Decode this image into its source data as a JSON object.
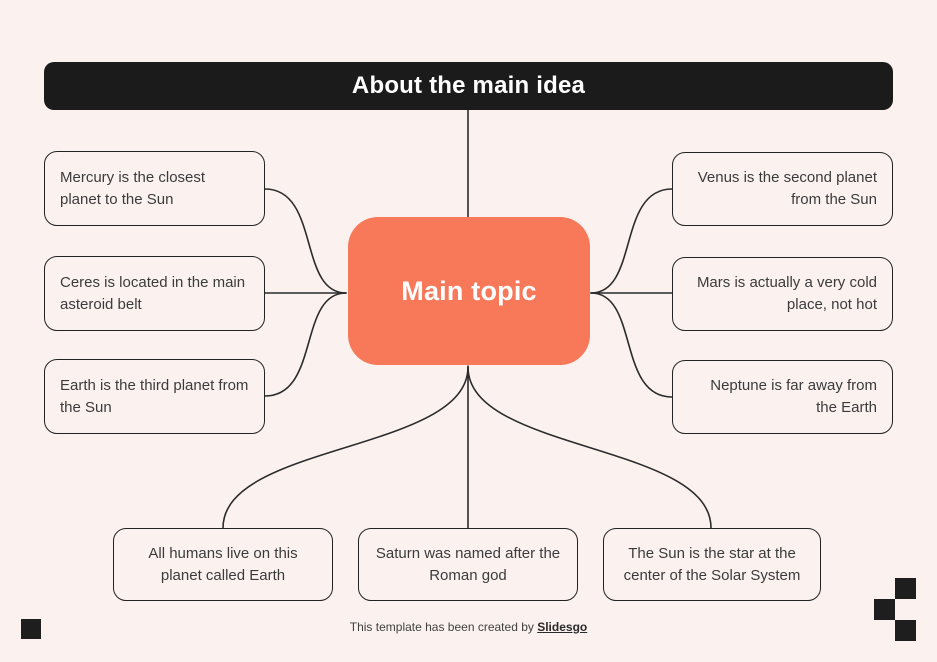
{
  "page": {
    "bg_color": "#FBF2F0",
    "connector_color": "#2B2B2B",
    "border_color": "#222222"
  },
  "header": {
    "title": "About the main idea",
    "bg_color": "#1B1B1B",
    "text_color": "#FFFFFF"
  },
  "main_topic": {
    "label": "Main topic",
    "bg_color": "#F7795A",
    "text_color": "#FFFFFF"
  },
  "branches": {
    "left": [
      {
        "label": "Mercury is the closest planet to the Sun"
      },
      {
        "label": "Ceres is located in the main asteroid belt"
      },
      {
        "label": "Earth is the third planet from the Sun"
      }
    ],
    "right": [
      {
        "label": "Venus is the second planet from the Sun"
      },
      {
        "label": "Mars is actually a very cold place, not hot"
      },
      {
        "label": "Neptune is far away from the Earth"
      }
    ],
    "bottom": [
      {
        "label": "All humans live on this planet called Earth"
      },
      {
        "label": "Saturn was named after the Roman god"
      },
      {
        "label": "The Sun is the star at the center of the Solar System"
      }
    ]
  },
  "footer": {
    "prefix": "This template has been created by ",
    "brand": "Slidesgo"
  }
}
